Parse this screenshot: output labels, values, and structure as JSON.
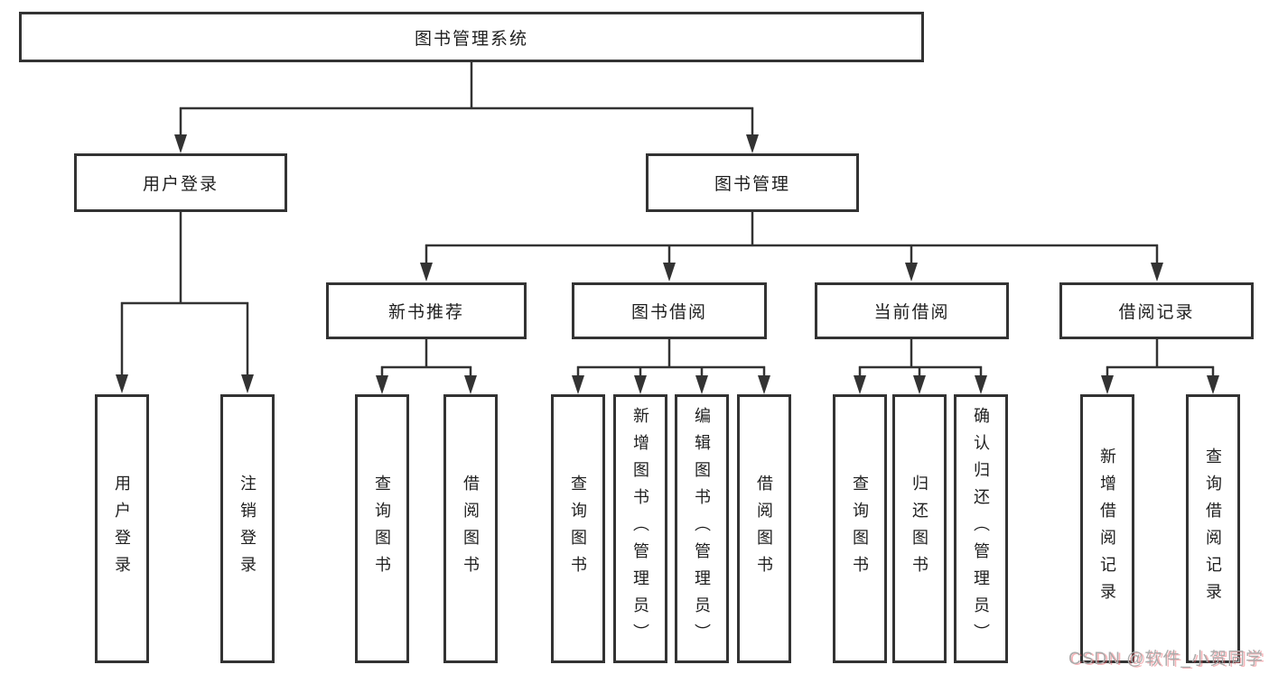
{
  "diagram_type": "hierarchy-tree",
  "hierarchy": {
    "label": "图书管理系统",
    "children": [
      {
        "label": "用户登录",
        "children": [
          {
            "label": "用户登录"
          },
          {
            "label": "注销登录"
          }
        ]
      },
      {
        "label": "图书管理",
        "children": [
          {
            "label": "新书推荐",
            "children": [
              {
                "label": "查询图书"
              },
              {
                "label": "借阅图书"
              }
            ]
          },
          {
            "label": "图书借阅",
            "children": [
              {
                "label": "查询图书"
              },
              {
                "label": "新增图书（管理员）"
              },
              {
                "label": "编辑图书（管理员）"
              },
              {
                "label": "借阅图书"
              }
            ]
          },
          {
            "label": "当前借阅",
            "children": [
              {
                "label": "查询图书"
              },
              {
                "label": "归还图书"
              },
              {
                "label": "确认归还（管理员）"
              }
            ]
          },
          {
            "label": "借阅记录",
            "children": [
              {
                "label": "新增借阅记录"
              },
              {
                "label": "查询借阅记录"
              }
            ]
          }
        ]
      }
    ]
  },
  "watermark": {
    "text": "CSDN @软件_小贺同学"
  },
  "colors": {
    "line": "#333333",
    "box_border": "#333333",
    "text": "#1f1f1f",
    "background": "#ffffff",
    "watermark_gray": "#ababab",
    "watermark_shadow_red": "#eb5a64"
  }
}
